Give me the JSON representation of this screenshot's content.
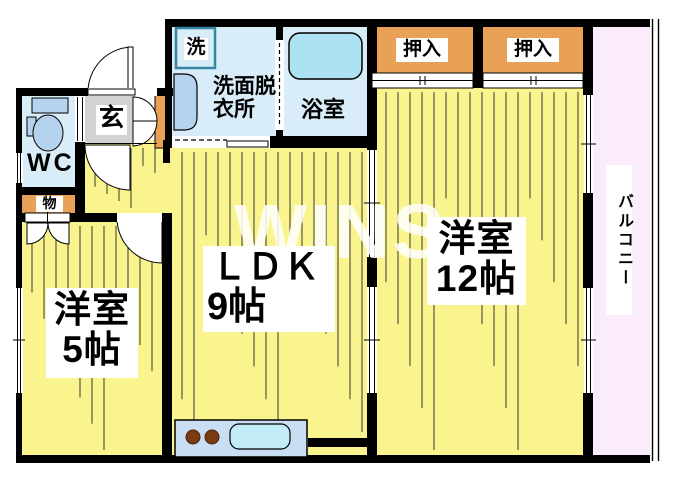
{
  "floorplan": {
    "watermark": "WINS",
    "labels": {
      "ldk_name": "ＬＤＫ",
      "ldk_size": "9帖",
      "western12_name": "洋室",
      "western12_size": "12帖",
      "western5_name": "洋室",
      "western5_size": "5帖",
      "toilet": "WC",
      "entrance": "玄",
      "storage": "物",
      "washer": "洗",
      "washroom_line1": "洗面脱",
      "washroom_line2": "衣所",
      "bathroom": "浴室",
      "closet_left": "押入",
      "closet_right": "押入",
      "balcony": "バルコニー"
    },
    "colors": {
      "floor_yellow": "#FAF48F",
      "closet_orange": "#E9A158",
      "wet_room_blue": "#D9EDF8",
      "fixture_blue": "#B5D3EE",
      "tub_cyan": "#ADE2F2",
      "entrance_gray": "#D2D2D2",
      "balcony_pink": "#FBECFC",
      "counter_blue": "#C9DEF2",
      "kitchen_sink_cyan": "#C2ECF8",
      "burner_brown": "#7A3A12",
      "wall_black": "#000000",
      "washer_border_teal": "#3585A5",
      "door_white": "#FFFFFF"
    }
  }
}
